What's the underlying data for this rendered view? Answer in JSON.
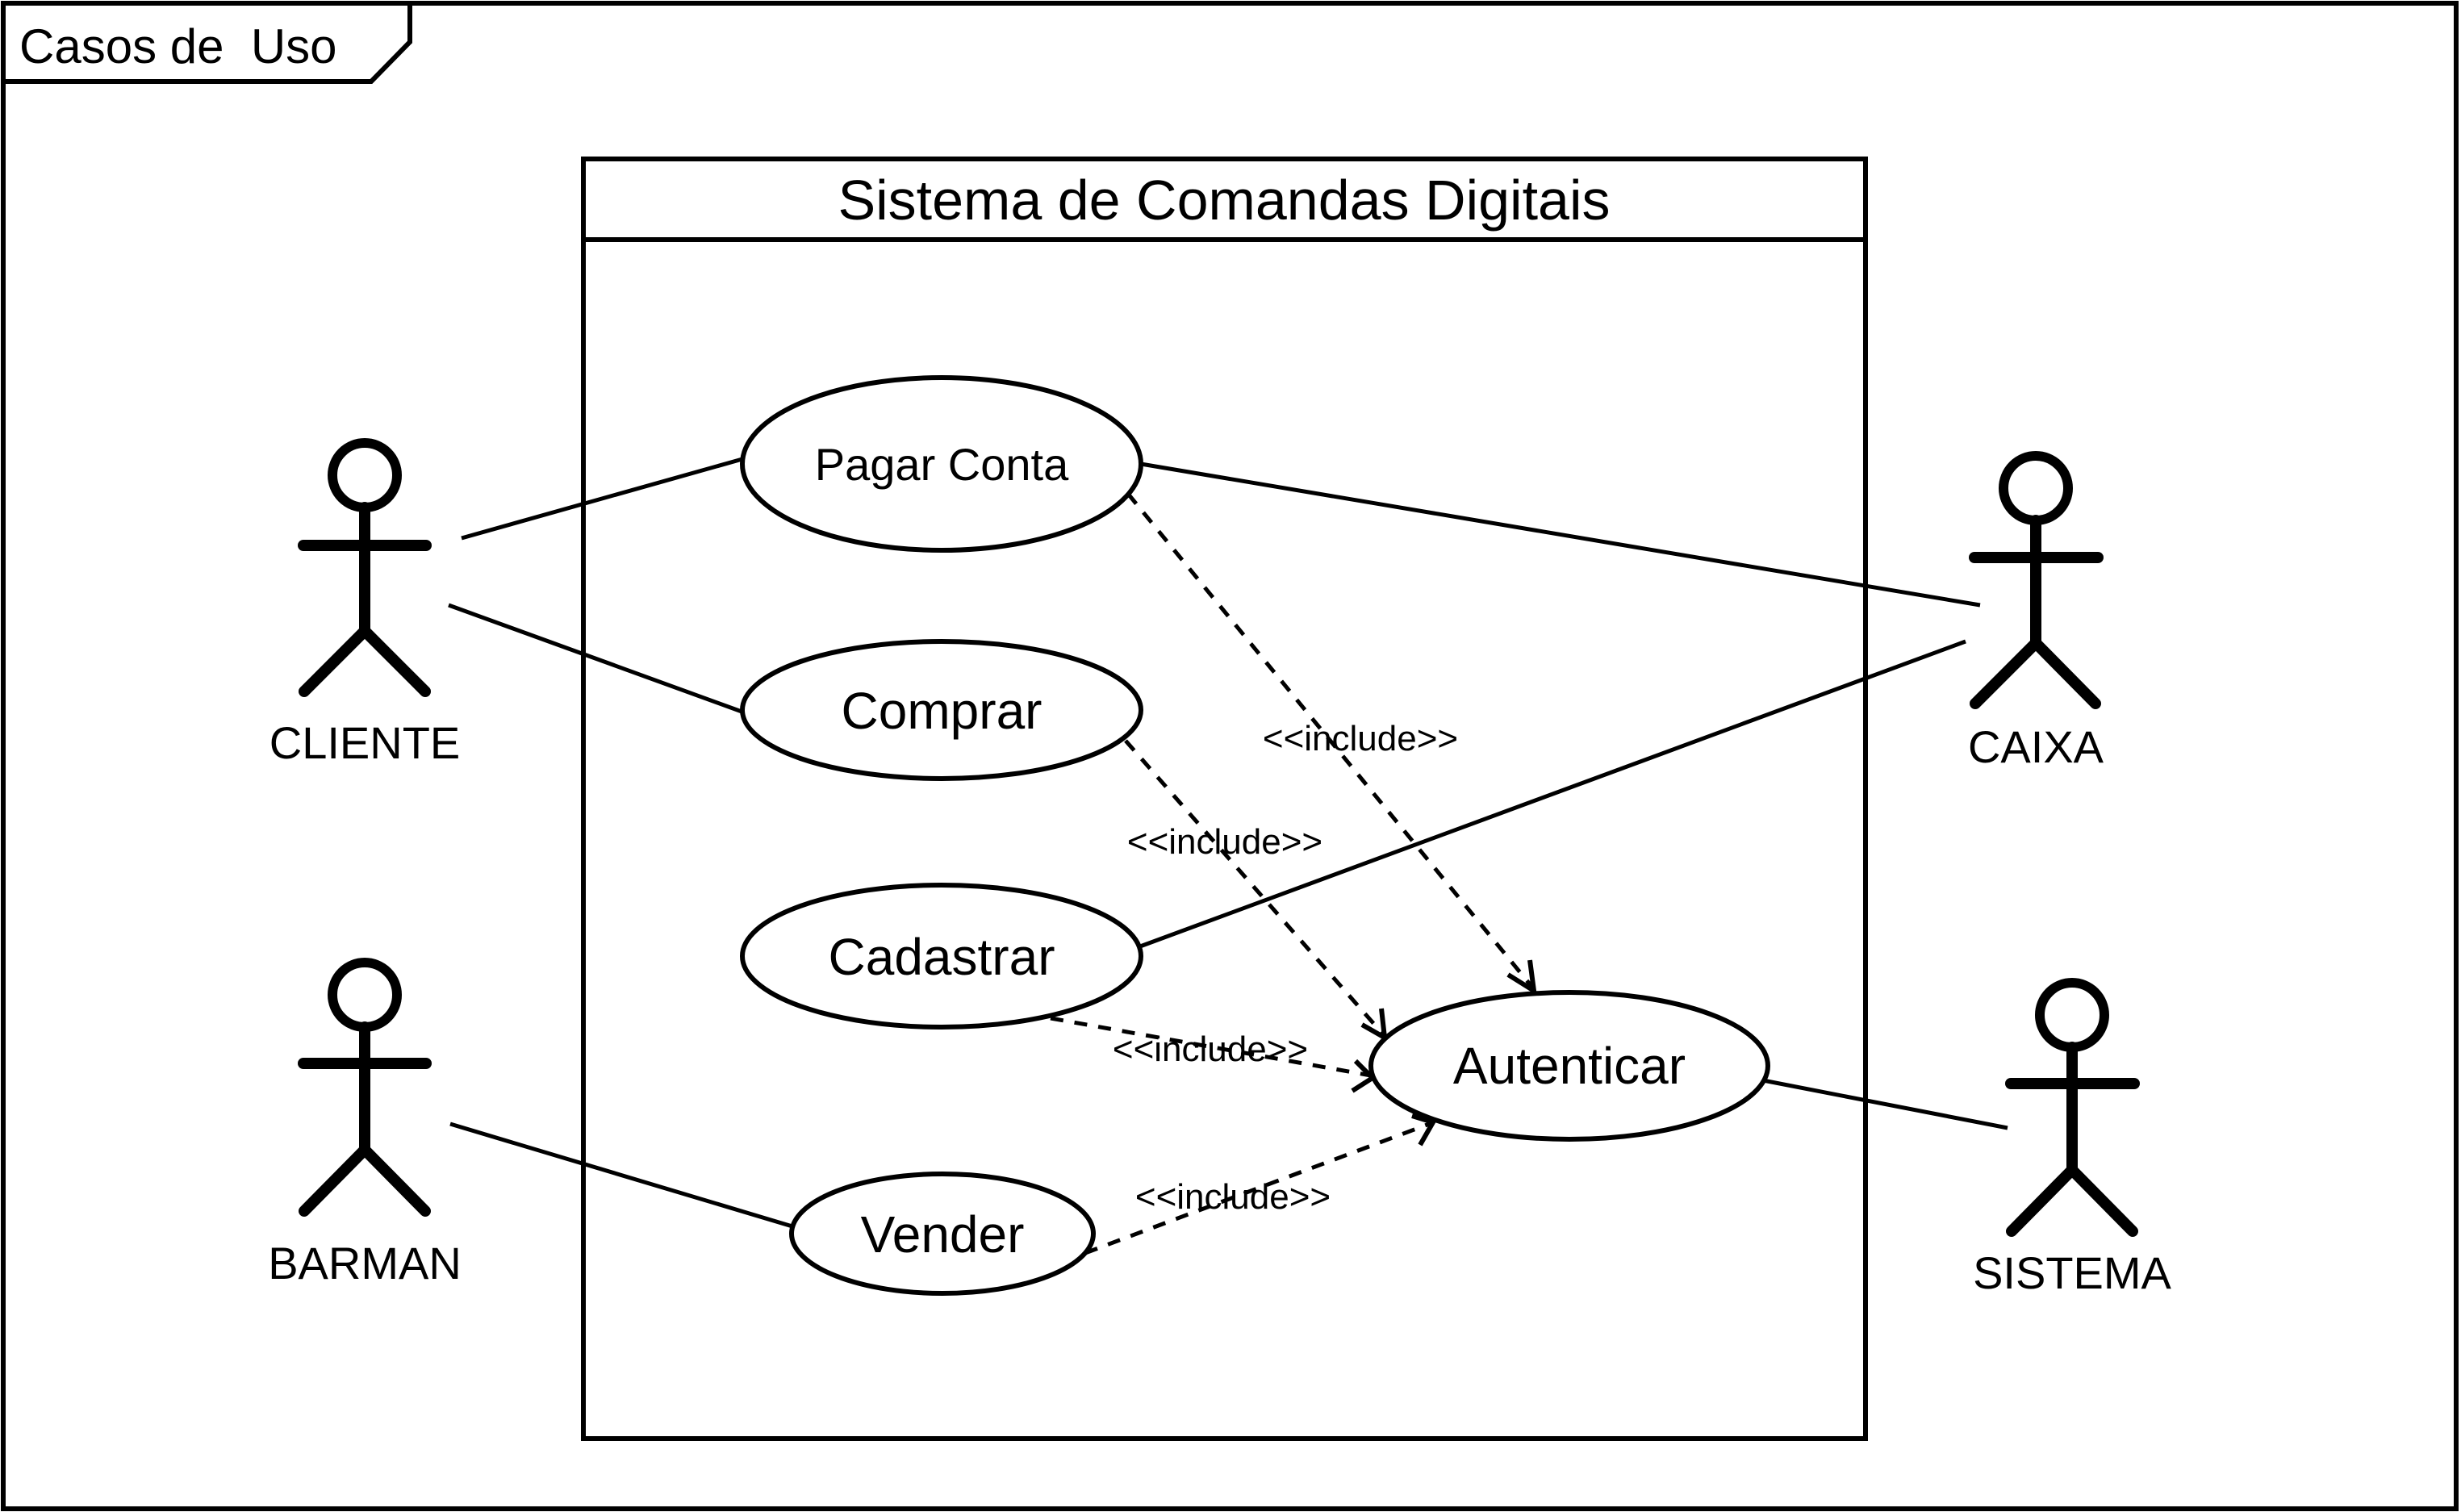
{
  "frame": {
    "title": "Casos de  Uso"
  },
  "system": {
    "title": "Sistema de Comandas Digitais"
  },
  "actors": [
    {
      "id": "cliente",
      "label": "CLIENTE"
    },
    {
      "id": "barman",
      "label": "BARMAN"
    },
    {
      "id": "caixa",
      "label": "CAIXA"
    },
    {
      "id": "sistema",
      "label": "SISTEMA"
    }
  ],
  "use_cases": [
    {
      "id": "pagar-conta",
      "label": "Pagar Conta"
    },
    {
      "id": "comprar",
      "label": "Comprar"
    },
    {
      "id": "cadastrar",
      "label": "Cadastrar"
    },
    {
      "id": "vender",
      "label": "Vender"
    },
    {
      "id": "autenticar",
      "label": "Autenticar"
    }
  ],
  "associations": [
    {
      "actor": "cliente",
      "use_case": "pagar-conta"
    },
    {
      "actor": "cliente",
      "use_case": "comprar"
    },
    {
      "actor": "barman",
      "use_case": "vender"
    },
    {
      "actor": "caixa",
      "use_case": "pagar-conta"
    },
    {
      "actor": "caixa",
      "use_case": "cadastrar"
    },
    {
      "actor": "sistema",
      "use_case": "autenticar"
    }
  ],
  "includes": [
    {
      "from": "pagar-conta",
      "to": "autenticar",
      "label": "<<include>>"
    },
    {
      "from": "comprar",
      "to": "autenticar",
      "label": "<<include>>"
    },
    {
      "from": "cadastrar",
      "to": "autenticar",
      "label": "<<include>>"
    },
    {
      "from": "vender",
      "to": "autenticar",
      "label": "<<include>>"
    }
  ]
}
